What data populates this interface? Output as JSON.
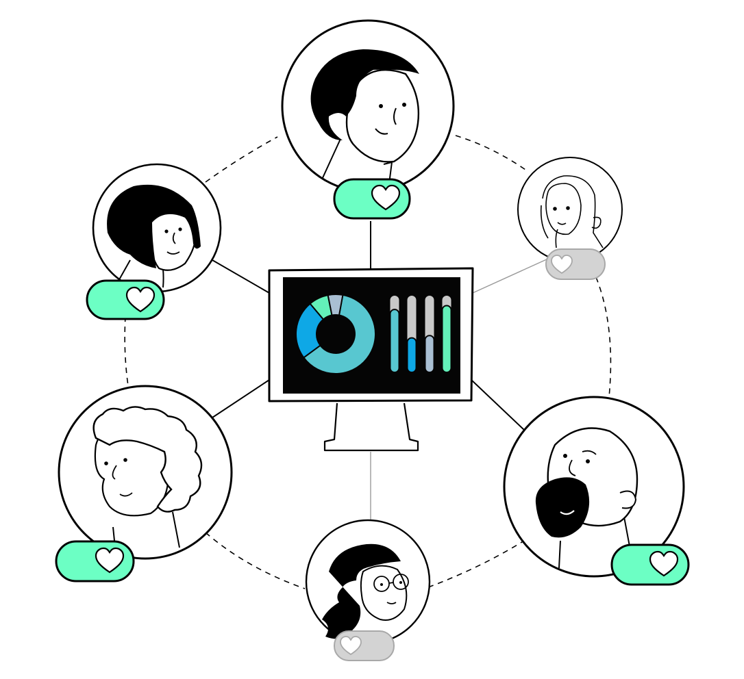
{
  "colors": {
    "ink": "#000000",
    "paper": "#ffffff",
    "screen": "#050505",
    "like_on": "#6cffc4",
    "like_off": "#d3d3d3",
    "teal": "#58c7d0",
    "blue": "#0ea8e6",
    "mint": "#63f0b9",
    "slate": "#a9bfd3",
    "bar_track": "#c9c9c9"
  },
  "network": {
    "connector": "dashed-ring",
    "center": "monitor-with-dashboard",
    "people": [
      {
        "id": "top-man",
        "icon": "man-short-hair-icon",
        "liked": true
      },
      {
        "id": "upper-left-woman",
        "icon": "woman-bob-hair-icon",
        "liked": true
      },
      {
        "id": "upper-right-woman",
        "icon": "woman-long-hair-icon",
        "liked": false
      },
      {
        "id": "left-curly",
        "icon": "curly-hair-person-icon",
        "liked": true
      },
      {
        "id": "right-bearded",
        "icon": "bearded-man-icon",
        "liked": true
      },
      {
        "id": "bottom-woman",
        "icon": "woman-glasses-icon",
        "liked": false
      }
    ]
  },
  "dashboard": {
    "donut_segments": [
      {
        "name": "teal",
        "value": 62,
        "color": "#58c7d0"
      },
      {
        "name": "blue",
        "value": 24,
        "color": "#0ea8e6"
      },
      {
        "name": "mint",
        "value": 8,
        "color": "#63f0b9"
      },
      {
        "name": "slate",
        "value": 6,
        "color": "#a9bfd3"
      }
    ],
    "bars": [
      {
        "value": 0.82,
        "color": "#58c7d0"
      },
      {
        "value": 0.45,
        "color": "#0ea8e6"
      },
      {
        "value": 0.48,
        "color": "#a9bfd3"
      },
      {
        "value": 0.87,
        "color": "#63f0b9"
      }
    ]
  }
}
